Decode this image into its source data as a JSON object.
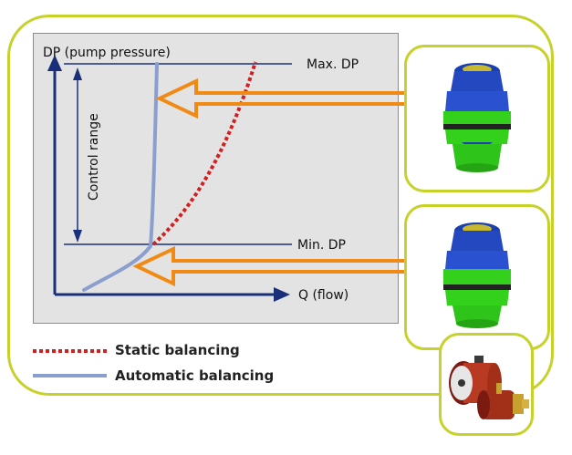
{
  "diagram": {
    "y_axis_label": "DP (pump pressure)",
    "x_axis_label": "Q (flow)",
    "max_dp_label": "Max. DP",
    "min_dp_label": "Min. DP",
    "control_range_label": "Control range"
  },
  "legend": {
    "static": "Static balancing",
    "automatic": "Automatic balancing"
  },
  "colors": {
    "frame": "#c6d22a",
    "axis": "#1a2f7a",
    "static_curve": "#d02020",
    "automatic_curve": "#8b9fcf",
    "arrow": "#f08a14",
    "valve_green": "#33d11c",
    "valve_blue": "#1a3fb0"
  },
  "icons": [
    "valve-cartridge-top",
    "valve-cartridge-bottom",
    "valve-assembly"
  ]
}
